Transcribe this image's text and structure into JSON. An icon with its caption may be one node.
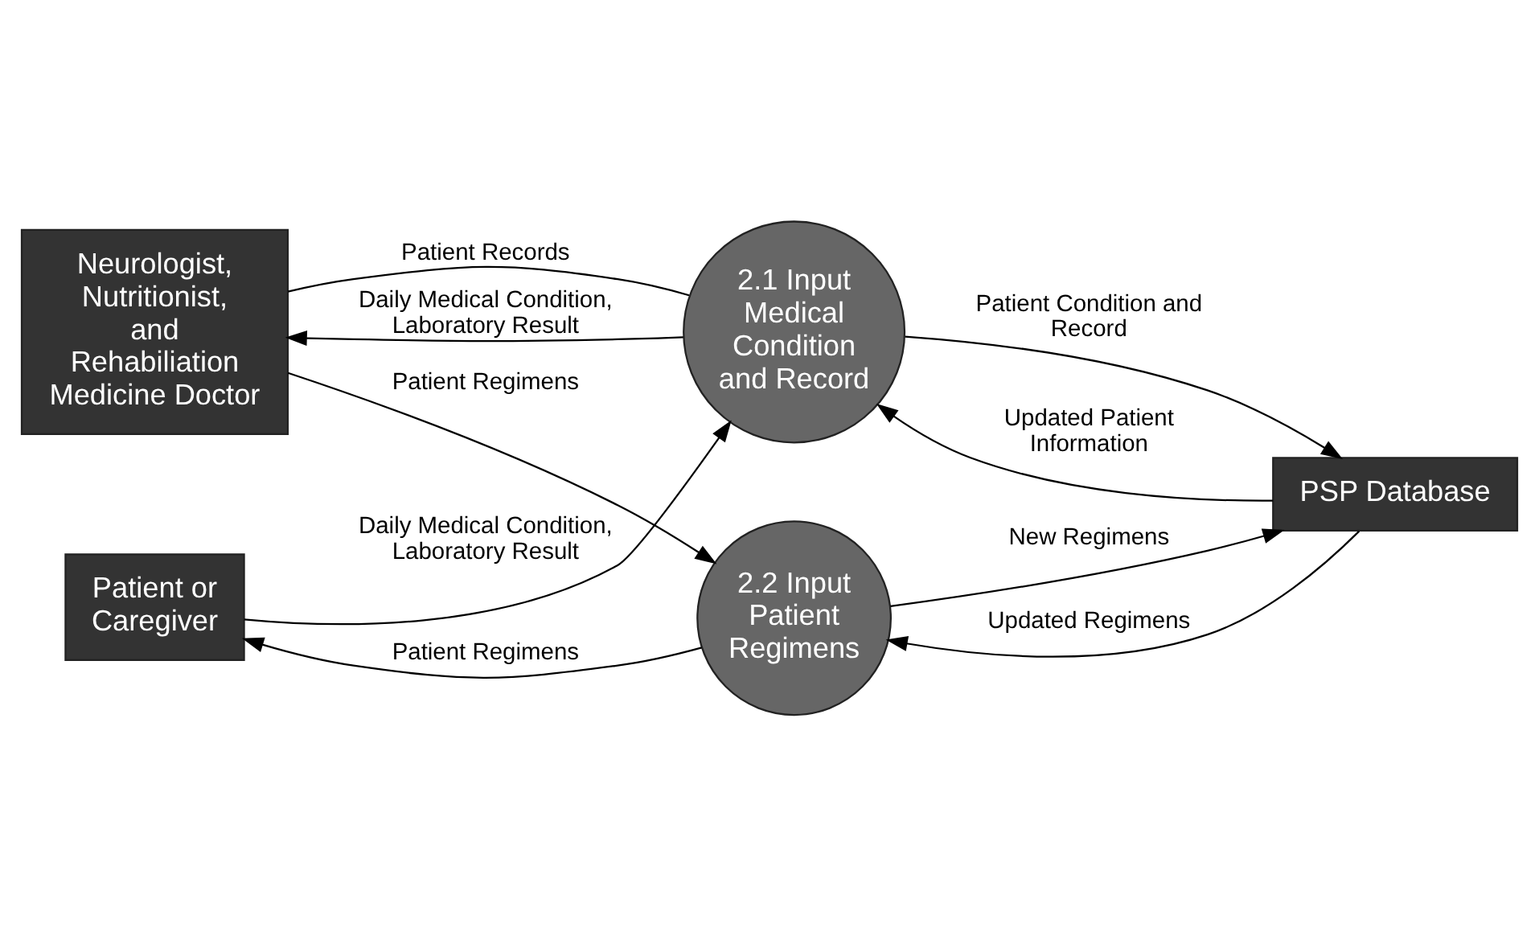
{
  "diagram": {
    "nodes": [
      {
        "text": [
          "Patient or Caregiver"
        ]
      },
      {
        "text": [
          "2.1 Input Medical Condition and Record"
        ]
      },
      {
        "text": [
          "Neurologist, Nutritionist, and Rehabiliation Medicine Doctor"
        ]
      },
      {
        "text": [
          "2.2 Input Patient Regimens"
        ]
      },
      {
        "text": [
          "PSP Database"
        ]
      }
    ],
    "edges": [
      {
        "from": 0,
        "to": 1,
        "arrow": "to",
        "label": "Daily Medical Condition, Laboratory Result"
      },
      {
        "from": 3,
        "to": 0,
        "arrow": "to",
        "label": "Patient Regimens"
      },
      {
        "from": 1,
        "to": 2,
        "arrow": "to",
        "label": "Daily Medical Condition, Laboratory Result"
      },
      {
        "from": 2,
        "to": 1,
        "arrow": "none",
        "label": "Patient Records"
      },
      {
        "from": 1,
        "to": 4,
        "arrow": "to",
        "label": "Patient Condition and Record"
      },
      {
        "from": 4,
        "to": 1,
        "arrow": "to",
        "label": "Updated Patient Information"
      },
      {
        "from": 2,
        "to": 3,
        "arrow": "to",
        "label": "Patient Regimens"
      },
      {
        "from": 3,
        "to": 4,
        "arrow": "to",
        "label": "New Regimens"
      },
      {
        "from": 4,
        "to": 3,
        "arrow": "to",
        "label": "Updated Regimens"
      }
    ]
  }
}
